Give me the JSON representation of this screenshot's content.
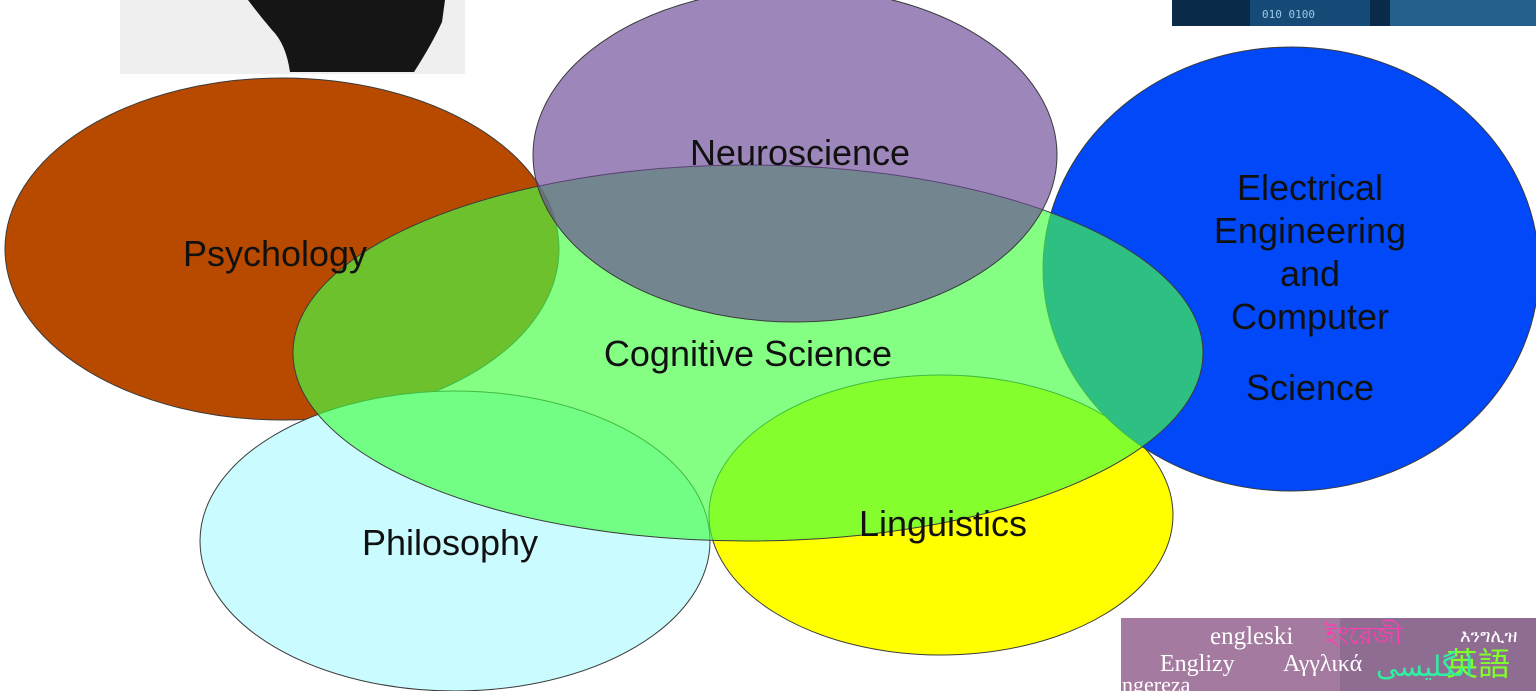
{
  "diagram": {
    "circles": {
      "psychology": {
        "label": "Psychology",
        "color": "#B84A00"
      },
      "neuroscience": {
        "label": "Neuroscience",
        "color": "#6B4795"
      },
      "eecs": {
        "lines": [
          "Electrical",
          "Engineering",
          "and",
          "Computer",
          "Science"
        ],
        "color": "#0048F8"
      },
      "philosophy": {
        "label": "Philosophy",
        "color": "#C9FBFF"
      },
      "linguistics": {
        "label": "Linguistics",
        "color": "#FFFF00"
      },
      "cognitive_science": {
        "label": "Cognitive Science",
        "color": "#44FF44"
      }
    }
  },
  "decorations": {
    "top_left_image": {
      "icon": "black-shape-photo-fragment"
    },
    "top_right_image": {
      "icon": "binary-code-photo-fragment",
      "text": "010 0100"
    },
    "bottom_right_image": {
      "icon": "languages-collage-photo-fragment",
      "words": [
        "engleski",
        "ইংরেজী",
        "እንግሊዝ",
        "Englizy",
        "Αγγλικά",
        "英語",
        "انگلیسی",
        "ngereza"
      ]
    }
  }
}
